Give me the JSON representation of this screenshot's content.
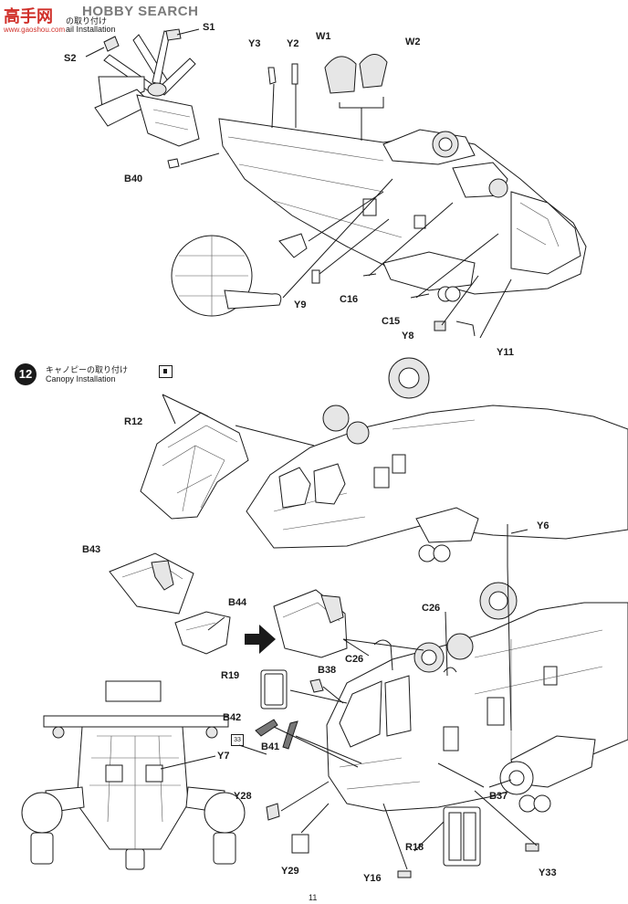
{
  "watermark": {
    "top_left": "高手网",
    "site": "www.gaoshou.com",
    "brand": "HOBBY SEARCH",
    "brand_colors": {
      "red": "#d0302a"
    }
  },
  "step11": {
    "title_partial": "の取り付け",
    "subtitle_partial": "ail Installation"
  },
  "step12": {
    "number": "12",
    "title": "キャノピーの取り付け",
    "subtitle": "Canopy Installation",
    "glue_icon": "cement-icon"
  },
  "part_badge": "33",
  "page_number": "11",
  "labels": {
    "S1": "S1",
    "S2": "S2",
    "Y3": "Y3",
    "Y2": "Y2",
    "W1": "W1",
    "W2": "W2",
    "B40": "B40",
    "Y9": "Y9",
    "C16": "C16",
    "C15": "C15",
    "Y8": "Y8",
    "Y11": "Y11",
    "R12": "R12",
    "Y6": "Y6",
    "B43": "B43",
    "B44": "B44",
    "C26a": "C26",
    "C26b": "C26",
    "R19": "R19",
    "B38": "B38",
    "B42": "B42",
    "B41": "B41",
    "Y7": "Y7",
    "Y28": "Y28",
    "B37": "B37",
    "R18": "R18",
    "Y29": "Y29",
    "Y16": "Y16",
    "Y33": "Y33"
  }
}
